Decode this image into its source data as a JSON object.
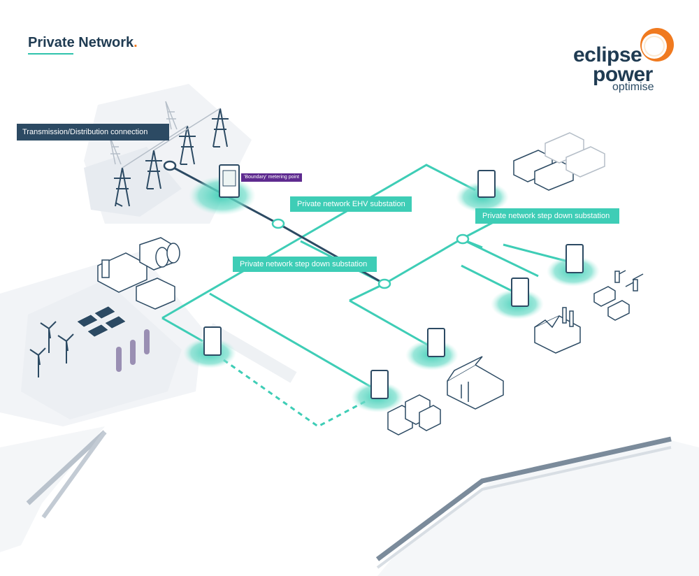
{
  "header": {
    "title": "Private Network",
    "title_dot": "."
  },
  "logo": {
    "line1": "eclipse",
    "line2": "power",
    "line3": "optimise"
  },
  "callouts": {
    "transmission": "Transmission/Distribution connection",
    "metering": "'Boundary' metering point",
    "ehv": "Private network EHV substation",
    "step_down_1": "Private network step down substation",
    "step_down_2": "Private network step down substation"
  },
  "colors": {
    "teal": "#3ecdb6",
    "navy": "#1f3b52",
    "purple": "#5e2a8f",
    "orange": "#f07a1f"
  }
}
